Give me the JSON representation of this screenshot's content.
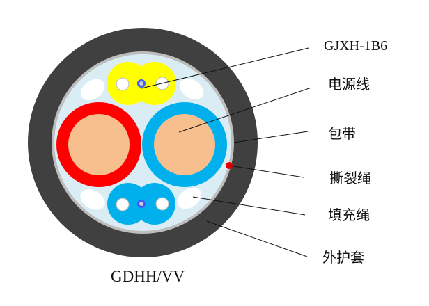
{
  "labels": {
    "fiber_unit": "GJXH-1B6",
    "power_line": "电源线",
    "wrapping_tape": "包带",
    "rip_cord": "撕裂绳",
    "filler_rope": "填充绳",
    "outer_sheath": "外护套"
  },
  "model": "GDHH/VV",
  "colors": {
    "sheath": "#404040",
    "tape": "#bdbdbd",
    "core_fill": "#dbedf4",
    "red_insulation": "#ff0000",
    "blue_insulation": "#00b0ec",
    "copper": "#f8bf8e",
    "yellow_unit": "#ffff00",
    "fiber": "#3d5afe",
    "rip_cord": "#e00000"
  }
}
